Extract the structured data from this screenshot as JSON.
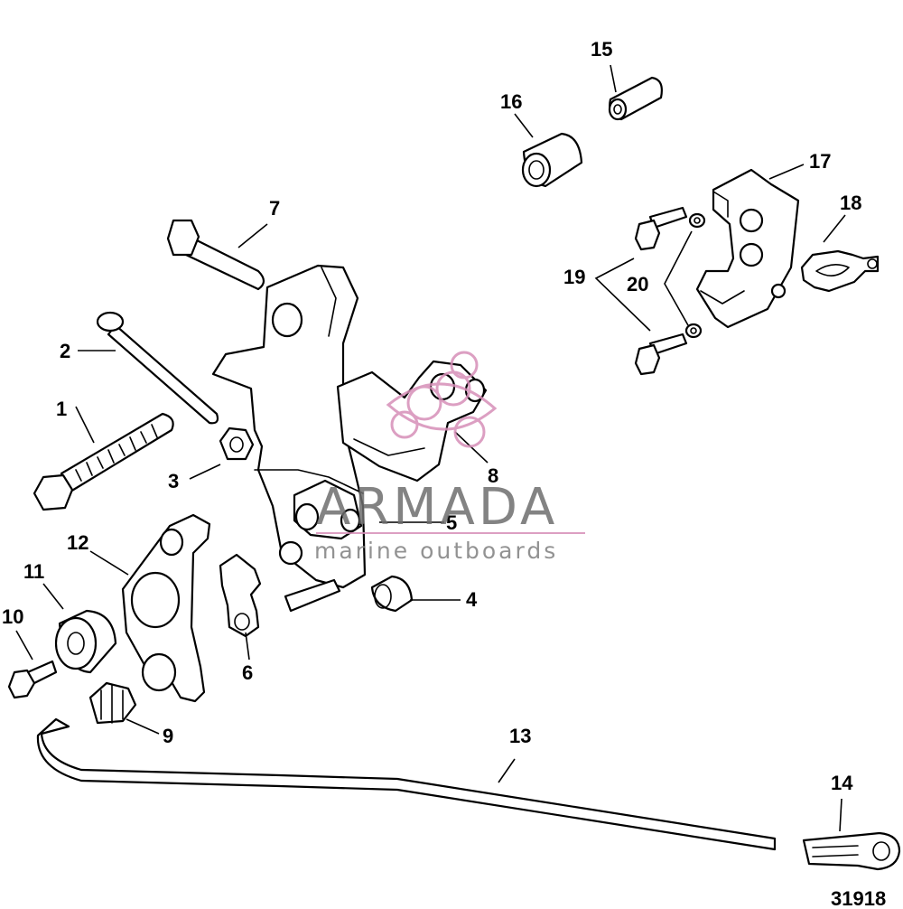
{
  "diagram": {
    "drawing_number": "31918",
    "callouts": [
      "1",
      "2",
      "3",
      "4",
      "5",
      "6",
      "7",
      "8",
      "9",
      "10",
      "11",
      "12",
      "13",
      "14",
      "15",
      "16",
      "17",
      "18",
      "19",
      "20"
    ],
    "watermark": {
      "name": "ARMADA",
      "tagline": "marine outboards",
      "accent_color": "#d68fb8"
    }
  }
}
